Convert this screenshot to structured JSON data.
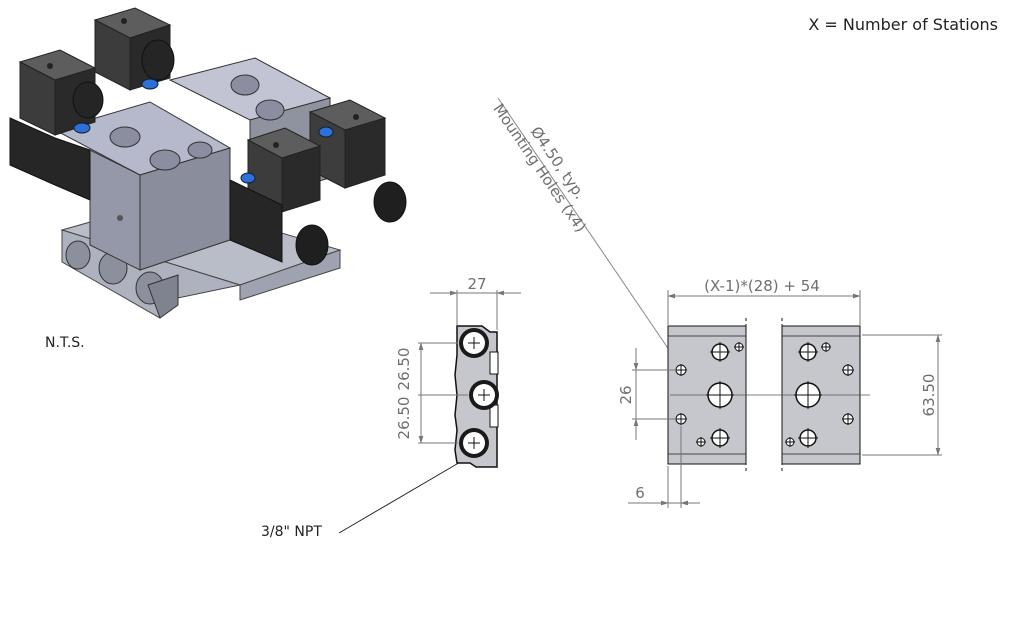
{
  "notes": {
    "stations_note": "X = Number of Stations",
    "scale_note": "N.T.S.",
    "port_note": "3/8\" NPT",
    "mounting_line1": "Ø4.50, typ.",
    "mounting_line2": "Mounting Holes (x4)"
  },
  "dimensions": {
    "side_width": "27",
    "side_pitch_upper": "26.50",
    "side_pitch_lower": "26.50",
    "top_length": "(X-1)*(28) + 54",
    "top_height": "63.50",
    "top_hole_spacing": "26",
    "top_edge_offset": "6"
  },
  "colors": {
    "part_fill": "#c5c7cc",
    "solenoid": "#2b2b2b",
    "valve_body": "#8d909c",
    "valve_top": "#b8bacb",
    "manifold": "#b4b8c4",
    "seal_blue": "#2f6fd8",
    "dim_line": "#777777"
  },
  "icons": {
    "iso_view": "valve-manifold-isometric-icon"
  }
}
